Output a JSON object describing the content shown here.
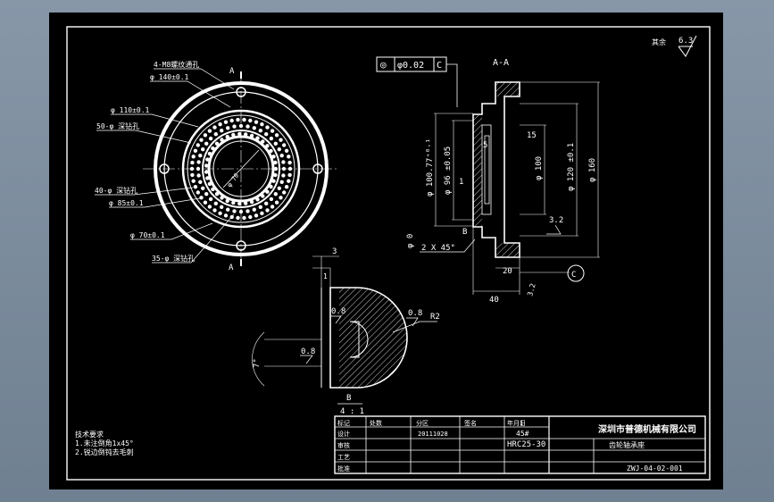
{
  "colors": {
    "background": "#7b8b9c",
    "paper": "#000000",
    "line": "#ffffff"
  },
  "top_view": {
    "section_mark": "A",
    "section_mark_bottom": "A",
    "labels": {
      "holes_m8": "4-M8螺纹通孔",
      "d140": "φ 140±0.1",
      "d110": "φ 110±0.1",
      "holes_50": "50-φ 深钻孔",
      "holes_40": "40-φ 深钻孔",
      "d85": "φ 85±0.1",
      "d70": "φ 70±0.1",
      "holes_35": "35-φ 深钻孔",
      "d70_inner": "φ 70"
    }
  },
  "section_view": {
    "title": "A-A",
    "tolerance_frame": {
      "symbol": "◎",
      "value": "φ0.02",
      "datum": "C"
    },
    "dims": {
      "d100_77": "φ 100.77⁺⁰·¹",
      "d96": "φ 96 ±0.05",
      "d100": "φ 100",
      "d120": "φ 120 ±0.1",
      "d160": "φ 160",
      "d0": "φ 0",
      "chamfer": "2 X 45°",
      "w5": "5",
      "w15": "15",
      "w1": "1",
      "r32": "3.2",
      "w20": "20",
      "w40": "40",
      "r32b": "3.2",
      "mark_b": "B",
      "datum_c": "C"
    }
  },
  "detail_view": {
    "label": "B",
    "scale": "4 : 1",
    "dims": {
      "w3": "3",
      "w1": "1",
      "r08a": "0.8",
      "r08b": "0.8",
      "r08c": "0.8",
      "r2": "R2",
      "w7": "7°"
    }
  },
  "roughness": {
    "note": "其余",
    "value": "6.3"
  },
  "tech_notes": [
    "技术要求",
    "1.未注倒角1x45°",
    "2.锐边倒钝去毛刺"
  ],
  "title_block": {
    "company": "深圳市普德机械有限公司",
    "material": "45#",
    "hardness": "HRC25-30",
    "date": "20111028",
    "part_name": "齿轮轴承座",
    "drawing_no": "ZWJ-04-02-001",
    "count": "1",
    "rows": [
      "标记",
      "设计",
      "审核",
      "工艺",
      "批准"
    ],
    "cols": [
      "处数",
      "分区",
      "签名",
      "年月日"
    ]
  }
}
